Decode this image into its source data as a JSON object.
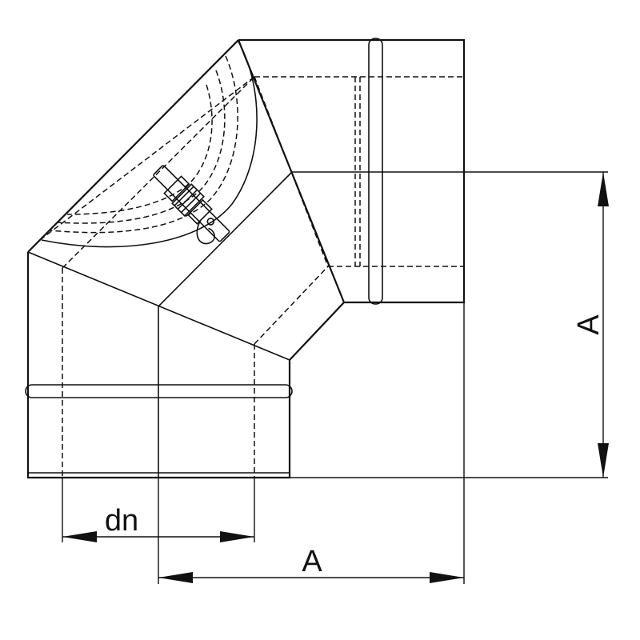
{
  "dimensions": {
    "vertical_label": "A",
    "horizontal_label": "A",
    "diameter_label": "dn"
  }
}
